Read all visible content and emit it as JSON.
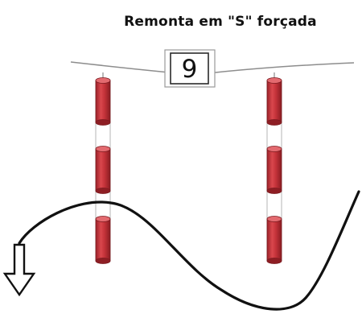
{
  "title": "Remonta em \"S\" forçada",
  "gate_number": "9",
  "colors": {
    "pole_red": "#c5333a",
    "pole_red_dark": "#8e1e24",
    "pole_red_light": "#e36a6f",
    "pole_edge": "#7a1a1f",
    "rope": "#8a8a8a",
    "course_line": "#111111",
    "number_box_border": "#9a9a9a"
  },
  "icons": {
    "direction_arrow": "down-arrow-icon"
  },
  "gates": [
    {
      "name": "left-pole",
      "segments": 3
    },
    {
      "name": "right-pole",
      "segments": 3
    }
  ]
}
